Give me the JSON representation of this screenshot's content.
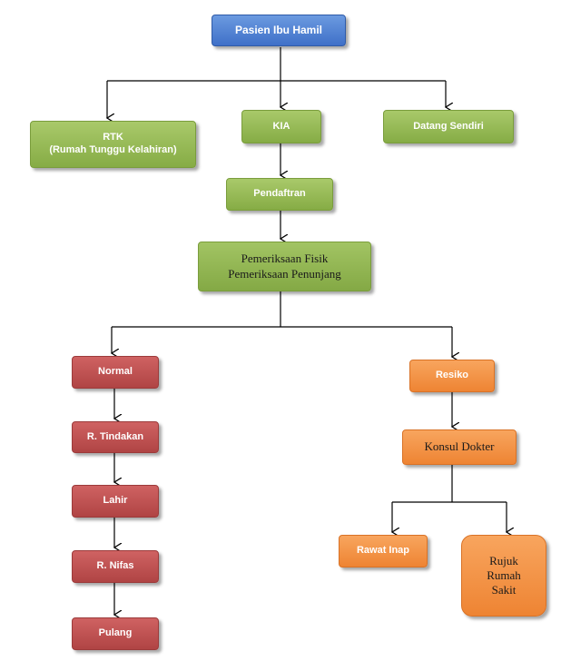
{
  "nodes": {
    "pasien": "Pasien Ibu Hamil",
    "rtk_line1": "RTK",
    "rtk_line2": "(Rumah Tunggu Kelahiran)",
    "kia": "KIA",
    "datang": "Datang Sendiri",
    "pendaftran": "Pendaftran",
    "pemeriksaan_line1": "Pemeriksaan Fisik",
    "pemeriksaan_line2": "Pemeriksaan Penunjang",
    "normal": "Normal",
    "tindakan": "R. Tindakan",
    "lahir": "Lahir",
    "nifas": "R. Nifas",
    "pulang": "Pulang",
    "resiko": "Resiko",
    "konsul": "Konsul Dokter",
    "rawat": "Rawat Inap",
    "rujuk_line1": "Rujuk",
    "rujuk_line2": "Rumah",
    "rujuk_line3": "Sakit"
  },
  "colors": {
    "blue": "#4a7bd0",
    "green": "#8db34f",
    "red": "#bf5252",
    "orange": "#f3923f",
    "connector": "#000000"
  }
}
